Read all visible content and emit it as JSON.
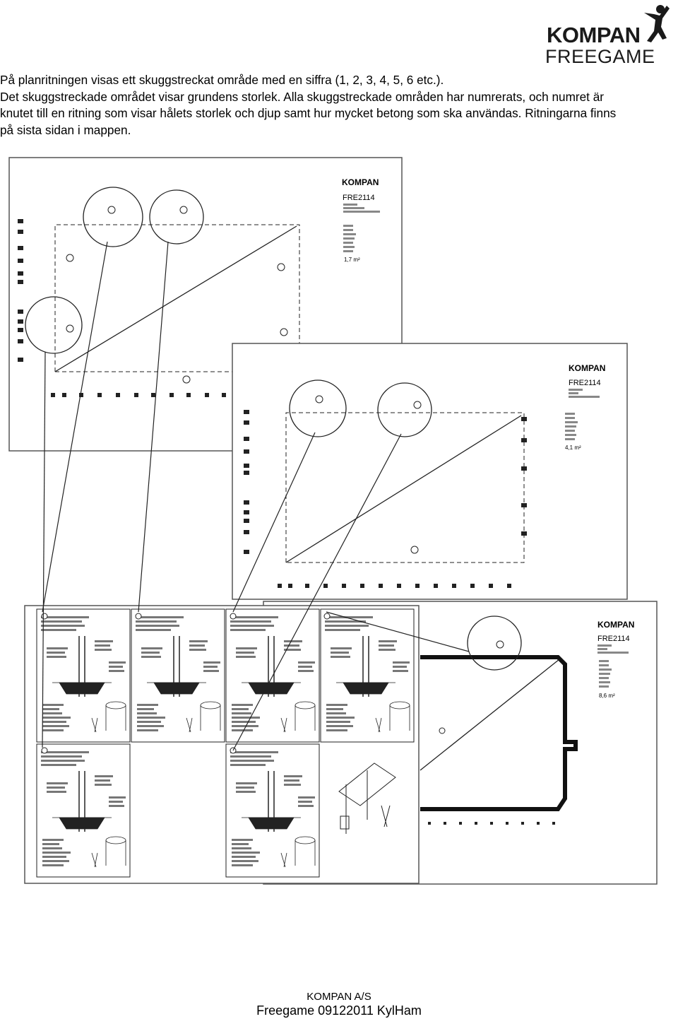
{
  "header": {
    "logo_text": "KOMPAN",
    "logo_subtext": "FREEGAME"
  },
  "intro": {
    "line1": "På planritningen visas ett skuggstreckat område med en siffra (1, 2, 3, 4, 5, 6 etc.).",
    "line2": "Det skuggstreckade området visar grundens storlek. Alla skuggstreckade områden har numrerats, och numret är",
    "line3": "knutet till en ritning som visar hålets storlek och djup samt hur mycket betong som ska användas. Ritningarna finns",
    "line4": "på sista sidan i mappen."
  },
  "sheets": {
    "brand": "KOMPAN",
    "product_code": "FRE2114",
    "area_sheet1": "1,7 m²",
    "area_sheet2": "4,1 m²",
    "area_sheet3": "8,6 m²"
  },
  "footer": {
    "company": "KOMPAN A/S",
    "info": "Freegame 09122011 KylHam"
  },
  "colors": {
    "ink": "#111111",
    "paper": "#ffffff",
    "sheet_border": "#555555"
  }
}
